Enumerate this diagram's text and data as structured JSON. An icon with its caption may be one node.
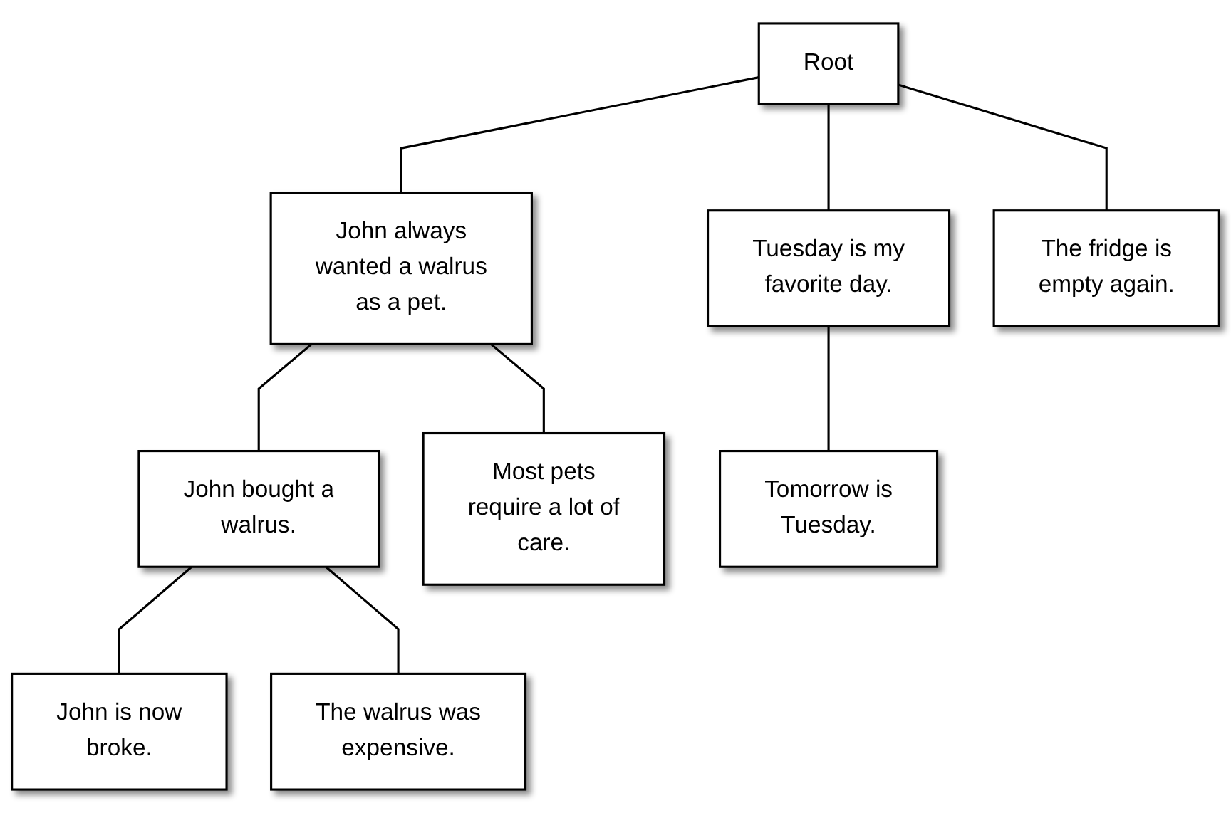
{
  "diagram": {
    "nodes": [
      {
        "text": [
          "Root"
        ]
      },
      {
        "text": [
          "John always wanted a walrus as a pet."
        ]
      },
      {
        "text": [
          "Tuesday is my favorite day."
        ]
      },
      {
        "text": [
          "The fridge is empty again."
        ]
      },
      {
        "text": [
          "John bought a walrus."
        ]
      },
      {
        "text": [
          "Most pets require a lot of care."
        ]
      },
      {
        "text": [
          "Tomorrow is Tuesday."
        ]
      },
      {
        "text": [
          "John is now broke."
        ]
      },
      {
        "text": [
          "The walrus was expensive."
        ]
      }
    ],
    "edges": [
      {
        "from": 0,
        "to": 1,
        "arrow": "none"
      },
      {
        "from": 0,
        "to": 2,
        "arrow": "none"
      },
      {
        "from": 0,
        "to": 3,
        "arrow": "none"
      },
      {
        "from": 1,
        "to": 4,
        "arrow": "none"
      },
      {
        "from": 1,
        "to": 5,
        "arrow": "none"
      },
      {
        "from": 2,
        "to": 6,
        "arrow": "none"
      },
      {
        "from": 4,
        "to": 7,
        "arrow": "none"
      },
      {
        "from": 4,
        "to": 8,
        "arrow": "none"
      }
    ]
  }
}
